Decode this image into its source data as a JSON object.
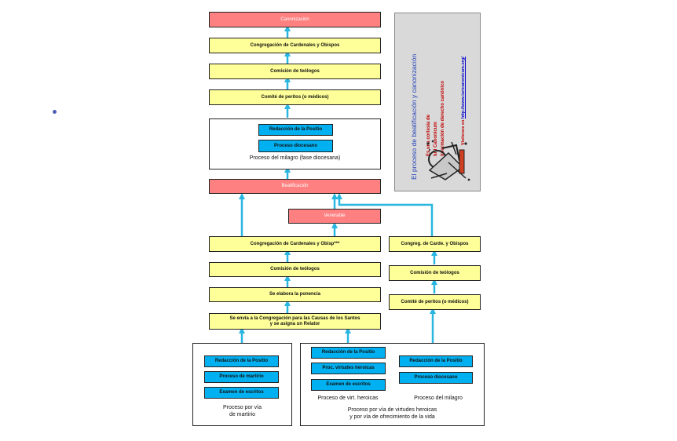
{
  "colors": {
    "red": "#ff8080",
    "yellow": "#ffff99",
    "blue": "#00b0f0",
    "arrow": "#29b6e0",
    "info_bg": "#d9d9d9"
  },
  "top": {
    "canonizacion": "Canonización",
    "congregacion": "Congregación de Cardenales y Obispos",
    "comision": "Comisión de teólogos",
    "comite": "Comité de peritos (o médicos)",
    "milagro_redaccion": "Redacción de la Positio",
    "milagro_diocesano": "Proceso diocesano",
    "milagro_caption": "Proceso del milagro (fase diocesana)",
    "beatificacion": "Beatificación"
  },
  "mid": {
    "venerable": "Venerable",
    "congregacion": "Congregación de Cardenales y Obisp***",
    "comision": "Comisión de teólogos",
    "ponencia": "Se elabora la ponencia",
    "relator_line1": "Se envía a la Congregación para las Causas de los Santos",
    "relator_line2": "y se asigna un Relator"
  },
  "right": {
    "congreg": "Congreg. de Carde. y Obispos",
    "comision": "Comisión de teólogos",
    "comite": "Comité de peritos (o médicos)"
  },
  "bottom": {
    "martirio": {
      "items": [
        "Redacción de la Positio",
        "Proceso de martirio",
        "Examen de escritos"
      ],
      "caption_line1": "Proceso por vía",
      "caption_line2": "de martirio"
    },
    "virtudes": {
      "items": [
        "Redacción de la Positio",
        "Proc. virtudes heroicas",
        "Examen de escritos"
      ],
      "caption": "Proceso de virt. heroicas"
    },
    "milagro": {
      "items": [
        "Redacción de la Positio",
        "Proceso diocesano"
      ],
      "caption": "Proceso del milagro"
    },
    "big_caption_line1": "Proceso por vía de virtudes heroicas",
    "big_caption_line2": "y por vía de ofrecimiento de la vida"
  },
  "info": {
    "title": "El proceso de beatificación y canonización",
    "line1": "Es una cortesía de",
    "line2": "Iuri Canonicum",
    "line3": "Información de derecho canónico",
    "visit_prefix": "Visítenos en ",
    "visit_link": "http://www.iuricanonicum.org/"
  }
}
